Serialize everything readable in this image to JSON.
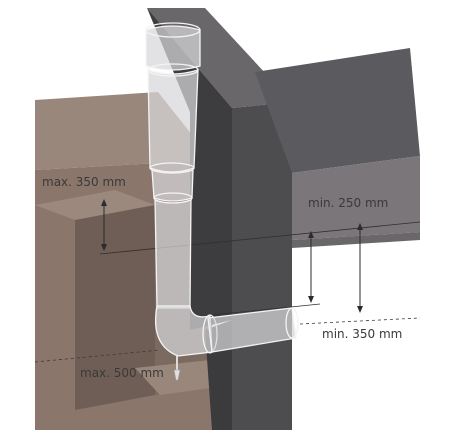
{
  "labels": {
    "max_350": "max. 350 mm",
    "min_250": "min. 250 mm",
    "min_350": "min. 350 mm",
    "max_500": "max. 500 mm"
  },
  "colors": {
    "wall_tan_front": "#8a766b",
    "wall_tan_top": "#9a877c",
    "wall_tan_dark": "#6f5e55",
    "wall_tan_side": "#7b6a60",
    "block_dark": "#4d4d50",
    "block_side": "#3d3d40",
    "block_top": "#69676a",
    "slab_top": "#5b5a5e",
    "slab_front": "#7a7679",
    "pipe": "#d7d7da"
  }
}
